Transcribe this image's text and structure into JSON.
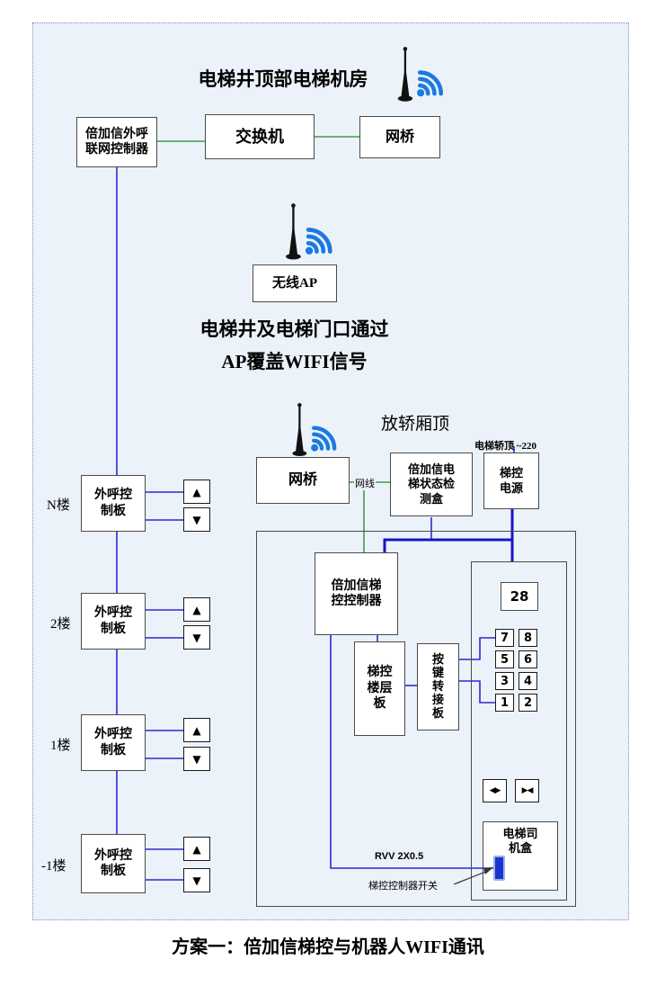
{
  "page": {
    "caption": "方案一：倍加信梯控与机器人WIFI通讯"
  },
  "machine_room": {
    "title": "电梯井顶部电梯机房",
    "outcall_controller": "倍加信外呼\n联网控制器",
    "switch": "交换机",
    "bridge": "网桥"
  },
  "ap_section": {
    "wireless_ap": "无线AP",
    "note1": "电梯井及电梯门口通过",
    "note2": "AP覆盖WIFI信号"
  },
  "car_section": {
    "title": "放轿厢顶",
    "power_note": "电梯轿顶 ~220",
    "bridge": "网桥",
    "cable": "网线",
    "status_box": "倍加信电\n梯状态检\n测盒",
    "power_box": "梯控\n电源",
    "controller": "倍加信梯\n控控制器",
    "floor_board": "梯控\n楼层\n板",
    "key_adapter": "按\n键\n转\n接\n板",
    "display": "28",
    "keypad": [
      "7",
      "8",
      "5",
      "6",
      "3",
      "4",
      "1",
      "2"
    ],
    "driver_box": "电梯司\n机盒",
    "cable_label": "RVV 2X0.5",
    "switch_label": "梯控控制器开关"
  },
  "floors": [
    {
      "label": "N楼",
      "board": "外呼控\n制板"
    },
    {
      "label": "2楼",
      "board": "外呼控\n制板"
    },
    {
      "label": "1楼",
      "board": "外呼控\n制板"
    },
    {
      "label": "-1楼",
      "board": "外呼控\n制板"
    }
  ],
  "icons": {
    "up": "▲",
    "down": "▼",
    "open": "◀▶",
    "close": "▶◀"
  },
  "colors": {
    "wire_green": "#3f9e4d",
    "wire_blue": "#2a2ad0",
    "wifi_blue": "#1a7ae0",
    "frame_bg": "#ecf2fa"
  }
}
